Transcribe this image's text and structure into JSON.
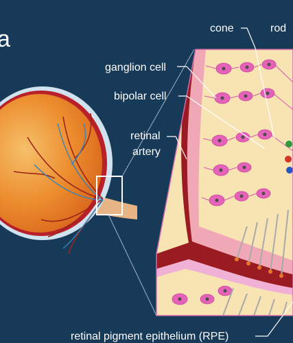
{
  "title_fragment": "a",
  "labels": {
    "cone": "cone",
    "rod": "rod",
    "ganglion_cell": "ganglion cell",
    "bipolar_cell": "bipolar cell",
    "retinal_artery_line1": "retinal",
    "retinal_artery_line2": "artery",
    "rpe": "retinal pigment epithelium (RPE)"
  },
  "colors": {
    "background": "#173a59",
    "eye_orange": "#e8862c",
    "retina_cream": "#f8e3b3",
    "cell_pink": "#e462b8",
    "vessel_red": "#8c1c1c",
    "sclera": "#d6e6ef"
  }
}
